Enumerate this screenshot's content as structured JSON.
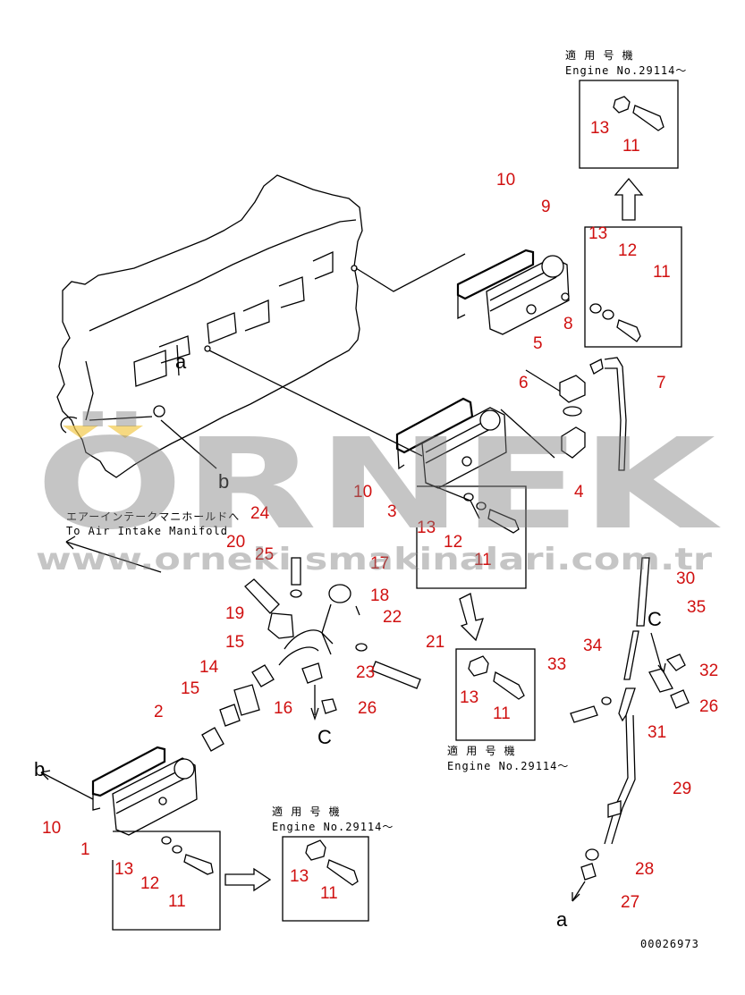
{
  "labels": {
    "p1": "1",
    "p2": "2",
    "p3": "3",
    "p4": "4",
    "p5": "5",
    "p6": "6",
    "p7": "7",
    "p8": "8",
    "p9": "9",
    "p10": "10",
    "p11": "11",
    "p12": "12",
    "p13": "13",
    "p14": "14",
    "p15": "15",
    "p16": "16",
    "p17": "17",
    "p18": "18",
    "p19": "19",
    "p20": "20",
    "p21": "21",
    "p22": "22",
    "p23": "23",
    "p24": "24",
    "p25": "25",
    "p26": "26",
    "p27": "27",
    "p28": "28",
    "p29": "29",
    "p30": "30",
    "p31": "31",
    "p32": "32",
    "p33": "33",
    "p34": "34",
    "p35": "35"
  },
  "notes": {
    "applicable_jp": "適 用 号 機",
    "engine_no": "Engine No.29114〜",
    "air_intake_jp": "エアーインテークマニホールドへ",
    "air_intake_en": "To Air Intake Manifold",
    "drawing_no": "00026973"
  },
  "refs": {
    "a": "a",
    "b": "b",
    "c": "C"
  },
  "watermark": {
    "brand": "ÖRNEK",
    "url": "www.orneki smakinalari.com.tr"
  },
  "colors": {
    "label_red": "#d01010",
    "watermark_gray": "#7f7f7f",
    "watermark_yellow": "#f2c94c"
  }
}
